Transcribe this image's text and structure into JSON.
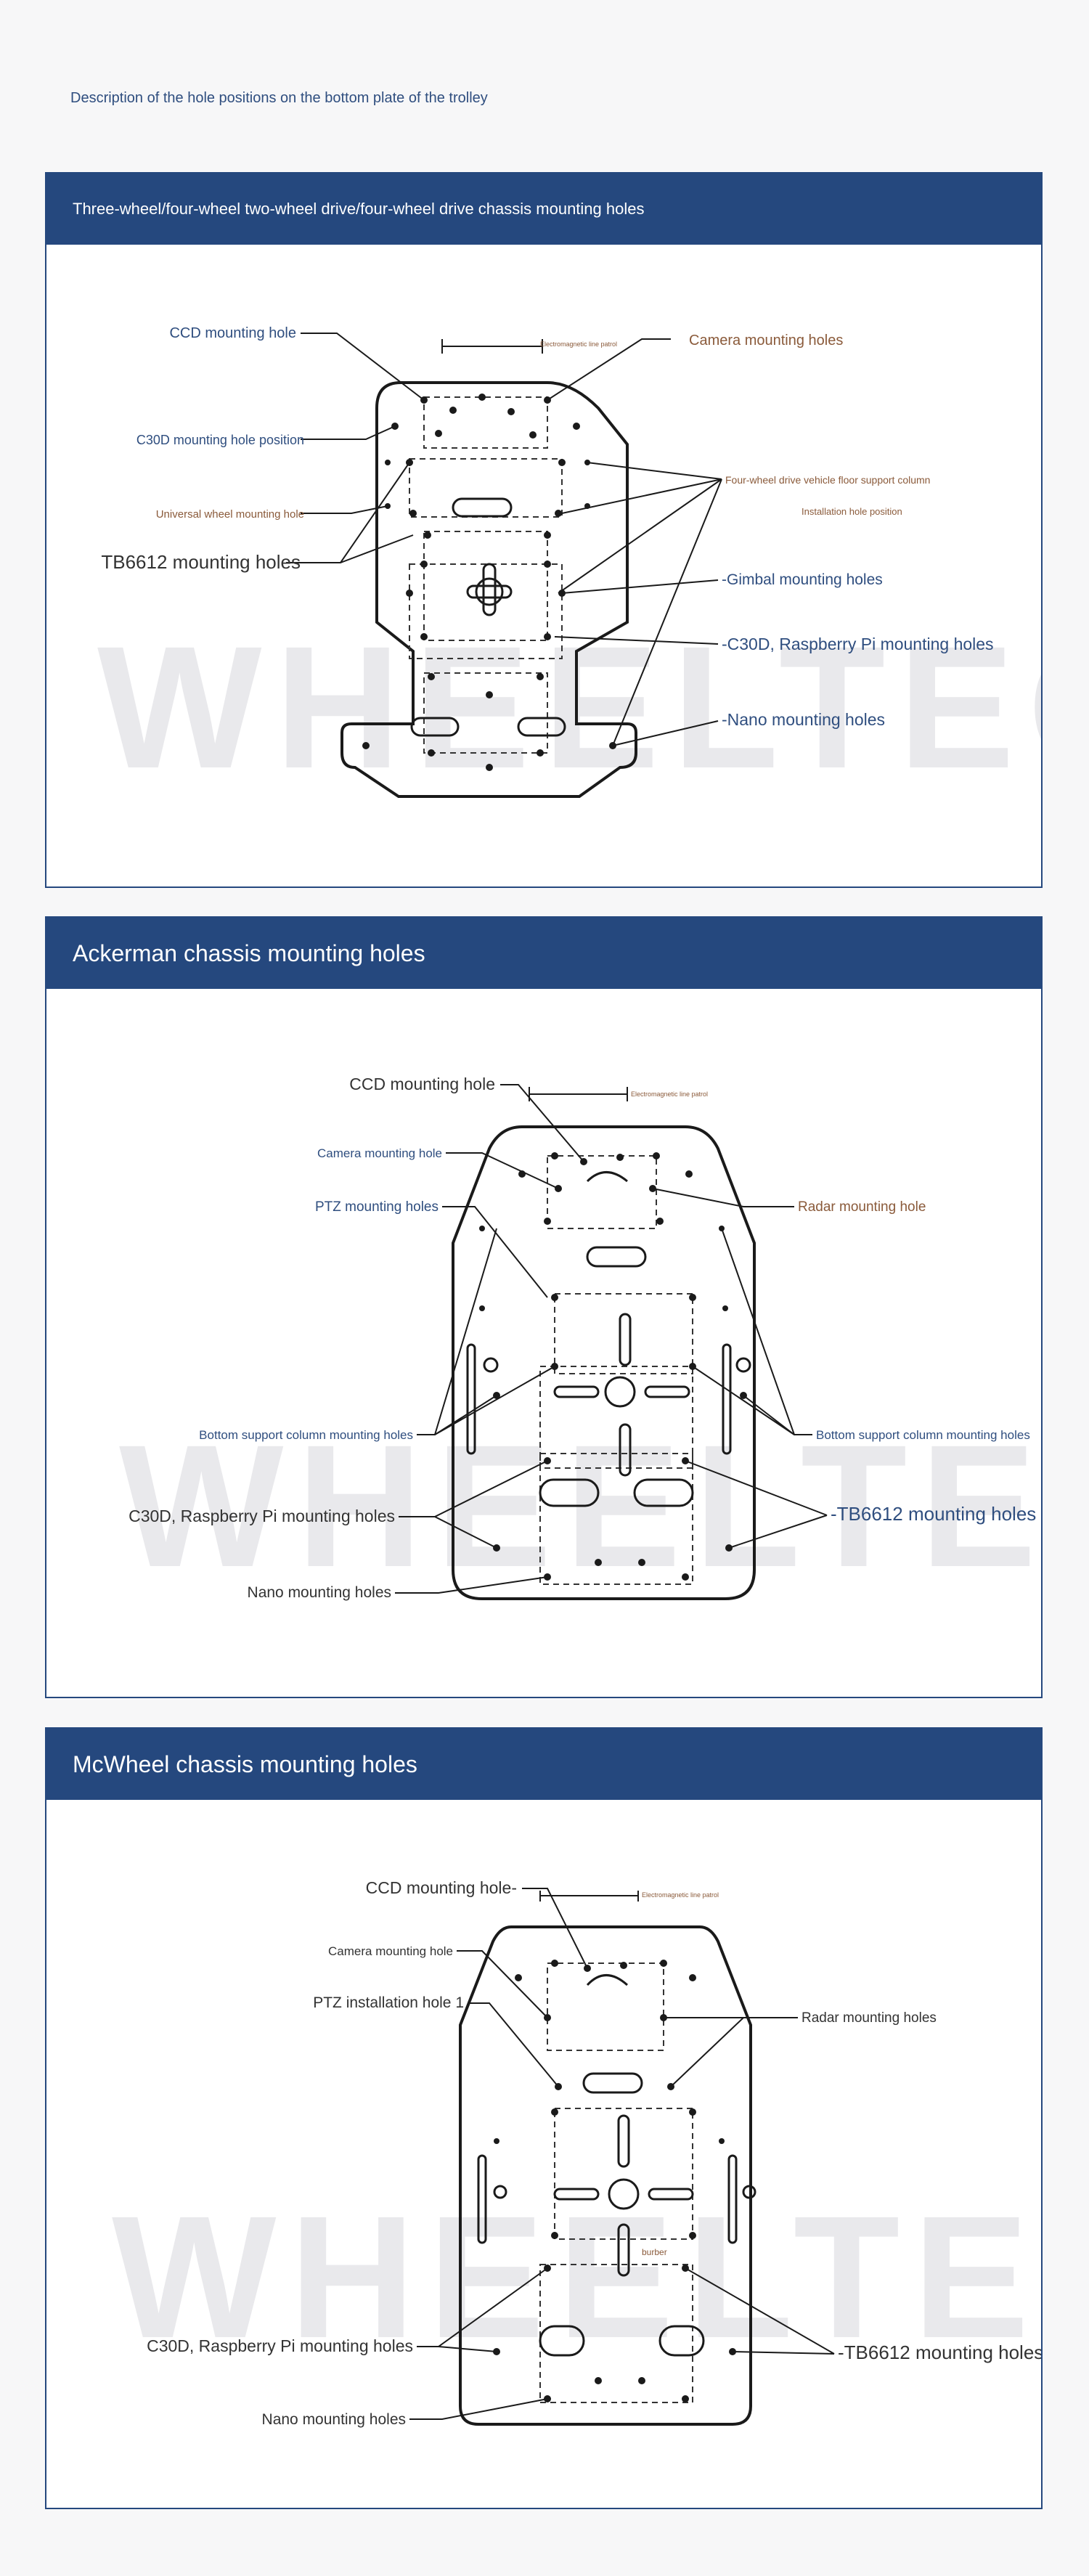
{
  "page_title": "Description of the hole positions on the bottom plate of the trolley",
  "watermark": "WHEELTEC",
  "colors": {
    "header_bg": "#25487e",
    "label_blue": "#2f4e7f",
    "label_brown": "#8a5a3a",
    "line": "#1a1a1a"
  },
  "sections": [
    {
      "title": "Three-wheel/four-wheel two-wheel drive/four-wheel drive chassis mounting holes",
      "labels": {
        "ccd": "CCD mounting hole",
        "electromagnetic": "Electromagnetic line patrol",
        "camera": "Camera mounting holes",
        "c30d_pos": "C30D mounting hole position",
        "support_column": "Four-wheel drive vehicle floor support column",
        "installation": "Installation hole position",
        "universal": "Universal wheel mounting hole",
        "tb6612": "TB6612 mounting holes",
        "gimbal": "-Gimbal mounting holes",
        "c30d_pi": "-C30D, Raspberry Pi mounting holes",
        "nano": "-Nano mounting holes"
      }
    },
    {
      "title": "Ackerman chassis mounting holes",
      "labels": {
        "ccd": "CCD mounting hole",
        "electromagnetic": "Electromagnetic line patrol",
        "camera": "Camera mounting hole",
        "radar": "Radar mounting hole",
        "ptz": "PTZ mounting holes",
        "support_left": "Bottom support column mounting holes",
        "support_right": "Bottom support column mounting holes",
        "c30d_pi": "C30D, Raspberry Pi mounting holes",
        "tb6612": "-TB6612 mounting holes",
        "nano": "Nano mounting holes"
      }
    },
    {
      "title": "McWheel chassis mounting holes",
      "labels": {
        "ccd": "CCD mounting hole-",
        "electromagnetic": "Electromagnetic line patrol",
        "camera": "Camera mounting hole",
        "radar": "Radar mounting holes",
        "ptz": "PTZ installation hole 1",
        "buzzer": "burber",
        "c30d_pi": "C30D, Raspberry Pi mounting holes",
        "tb6612": "-TB6612 mounting holes",
        "nano": "Nano mounting holes"
      }
    }
  ]
}
